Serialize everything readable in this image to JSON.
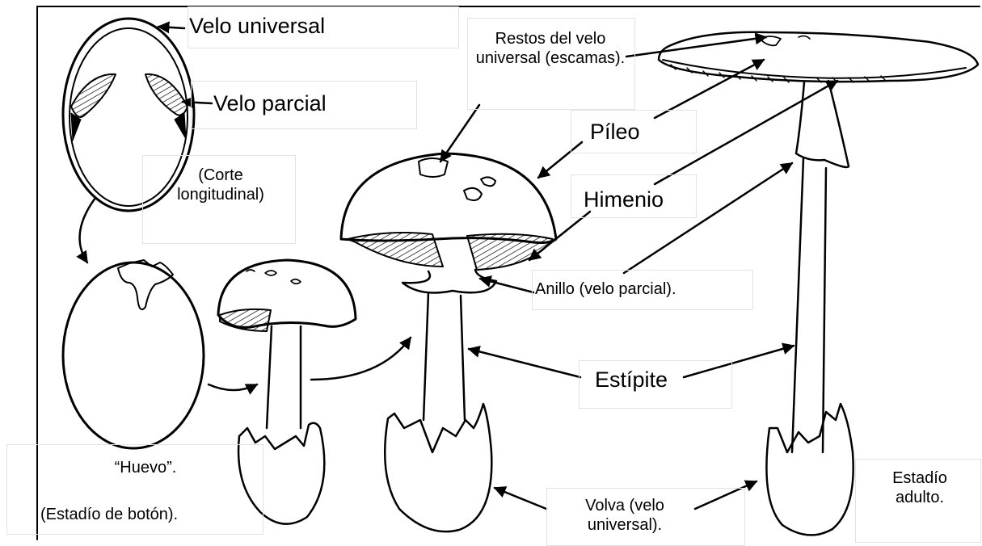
{
  "labels": {
    "velo_universal": "Velo universal",
    "velo_parcial": "Velo parcial",
    "corte": "(Corte longitudinal)",
    "huevo": "“Huevo”.",
    "estadio_boton": "(Estadío de botón).",
    "restos": "Restos del velo universal (escamas).",
    "pileo": "Píleo",
    "himenio": "Himenio",
    "anillo": "Anillo (velo parcial).",
    "estipite": "Estípite",
    "volva": "Volva (velo universal).",
    "estadio_adulto": "Estadío adulto."
  },
  "colors": {
    "ink": "#000000",
    "background": "#ffffff",
    "box_border": "#e3e3e3"
  }
}
